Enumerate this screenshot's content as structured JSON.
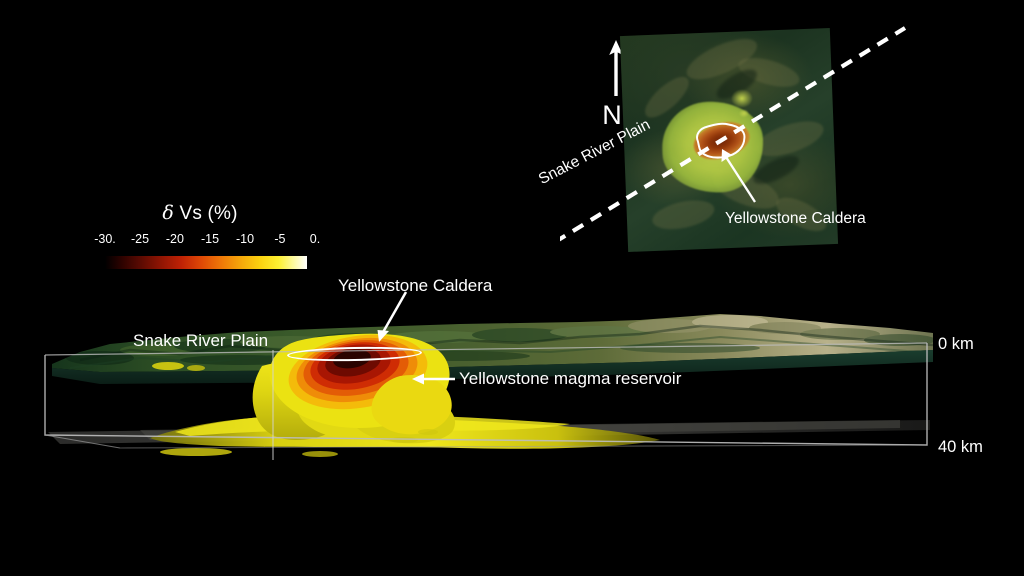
{
  "figure": {
    "background_color": "#000000",
    "text_color": "#ffffff"
  },
  "colorbar": {
    "title_symbol": "δ",
    "title_text": " Vs (%)",
    "title_full": "δ Vs (%)",
    "ticks": [
      {
        "label": "-30.",
        "value": -30,
        "pos_pct": 0
      },
      {
        "label": "-25",
        "value": -25,
        "pos_pct": 16.7
      },
      {
        "label": "-20",
        "value": -20,
        "pos_pct": 33.3
      },
      {
        "label": "-15",
        "value": -15,
        "pos_pct": 50
      },
      {
        "label": "-10",
        "value": -10,
        "pos_pct": 66.7
      },
      {
        "label": "-5",
        "value": -5,
        "pos_pct": 83.3
      },
      {
        "label": "0.",
        "value": 0,
        "pos_pct": 100
      }
    ],
    "range": [
      -30,
      0
    ],
    "gradient_stops": [
      "#000000",
      "#5d0b02",
      "#c02205",
      "#ef7a08",
      "#fbd310",
      "#fdfa9a",
      "#ffffff"
    ]
  },
  "inset_map": {
    "north_label": "N",
    "north_icon": "north-arrow-icon",
    "snake_river_plain_label": "Snake River Plain",
    "caldera_label": "Yellowstone Caldera",
    "profile_line_style": "dashed",
    "profile_line_color": "#ffffff",
    "caldera_outline_color": "#ffffff",
    "terrain_base_color": "#22381f",
    "anomaly_color": "#c9d84e",
    "caldera_anomaly_color": "#8f3508"
  },
  "block_diagram": {
    "snake_river_plain_label": "Snake River Plain",
    "caldera_label": "Yellowstone Caldera",
    "reservoir_label": "Yellowstone magma reservoir",
    "depth_top_label": "0 km",
    "depth_bottom_label": "40 km",
    "depth_top_value": 0,
    "depth_bottom_value": 40,
    "depth_units": "km",
    "wireframe_color": "#b4b4b4",
    "magma_outer_color": "#e8e010",
    "magma_core_colors": [
      "#f0c20c",
      "#ed8a0a",
      "#d64206",
      "#a81603",
      "#6e0a01",
      "#280300"
    ],
    "terrain_green": "#2a4a22",
    "terrain_highland": "#c9c49a"
  }
}
